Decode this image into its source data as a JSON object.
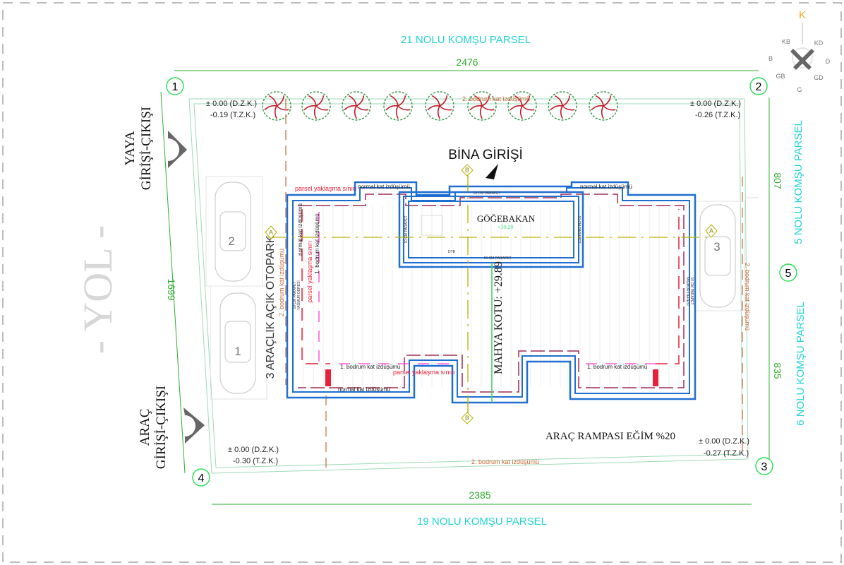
{
  "title": "Vaziyet Planı",
  "neighbors": {
    "top": "21 NOLU KOMŞU PARSEL",
    "bottom": "19 NOLU KOMŞU PARSEL",
    "right_upper": "5 NOLU KOMŞU PARSEL",
    "right_lower": "6 NOLU KOMŞU PARSEL"
  },
  "road": "- YOL -",
  "dimensions": {
    "top": "2476",
    "bottom": "2385",
    "left": "1699",
    "right_upper": "807",
    "right_lower": "835"
  },
  "grid_markers": [
    "1",
    "2",
    "3",
    "4",
    "5"
  ],
  "section_markers": {
    "a": "A",
    "b": "B"
  },
  "compass": {
    "north": "K",
    "nw": "KB",
    "ne": "KD",
    "w": "B",
    "e": "D",
    "sw": "GB",
    "se": "GD",
    "s": "G"
  },
  "entrances": {
    "pedestrian_1": "YAYA",
    "pedestrian_2": "GİRİŞİ-ÇIKIŞI",
    "vehicle_1": "ARAÇ",
    "vehicle_2": "GİRİŞİ-ÇIKIŞI",
    "building": "BİNA GİRİŞİ"
  },
  "parking": {
    "label": "3 ARAÇLIK AÇIK OTOPARK",
    "spaces": [
      "1",
      "2",
      "3"
    ]
  },
  "building": {
    "skylight": "GÖĞEBAKAN",
    "skylight_level": "+30.20",
    "ridge": "MAHYA KOTU: +29.89",
    "ramp": "ARAÇ RAMPASI EĞİM %20",
    "parapet": "10 CM PARAPET",
    "gutter": "YAĞMUR DERESİ",
    "dtb": "DTB"
  },
  "levels": {
    "tl": {
      "dzk": "± 0.00 (D.Z.K.)",
      "tzk": "-0.19 (T.Z.K.)"
    },
    "tr": {
      "dzk": "± 0.00 (D.Z.K.)",
      "tzk": "-0.26 (T.Z.K.)"
    },
    "bl": {
      "dzk": "± 0.00 (D.Z.K.)",
      "tzk": "-0.30 (T.Z.K.)"
    },
    "br": {
      "dzk": "± 0.00 (D.Z.K.)",
      "tzk": "-0.27 (T.Z.K.)"
    }
  },
  "annotations": {
    "parcel_limit": "parsel yaklaşma sınırı",
    "normal_floor": "normal kat izdüşümü",
    "basement1": "1. bodrum kat izdüşümü",
    "basement2": "2. bodrum kat izdüşümü"
  },
  "colors": {
    "cyan": "#22d3d6",
    "green": "#2fae2f",
    "blue": "#1f6fd1",
    "red": "#e8203a",
    "magenta": "#ff3fd0",
    "brown": "#c8693a",
    "olive": "#b8b000"
  }
}
